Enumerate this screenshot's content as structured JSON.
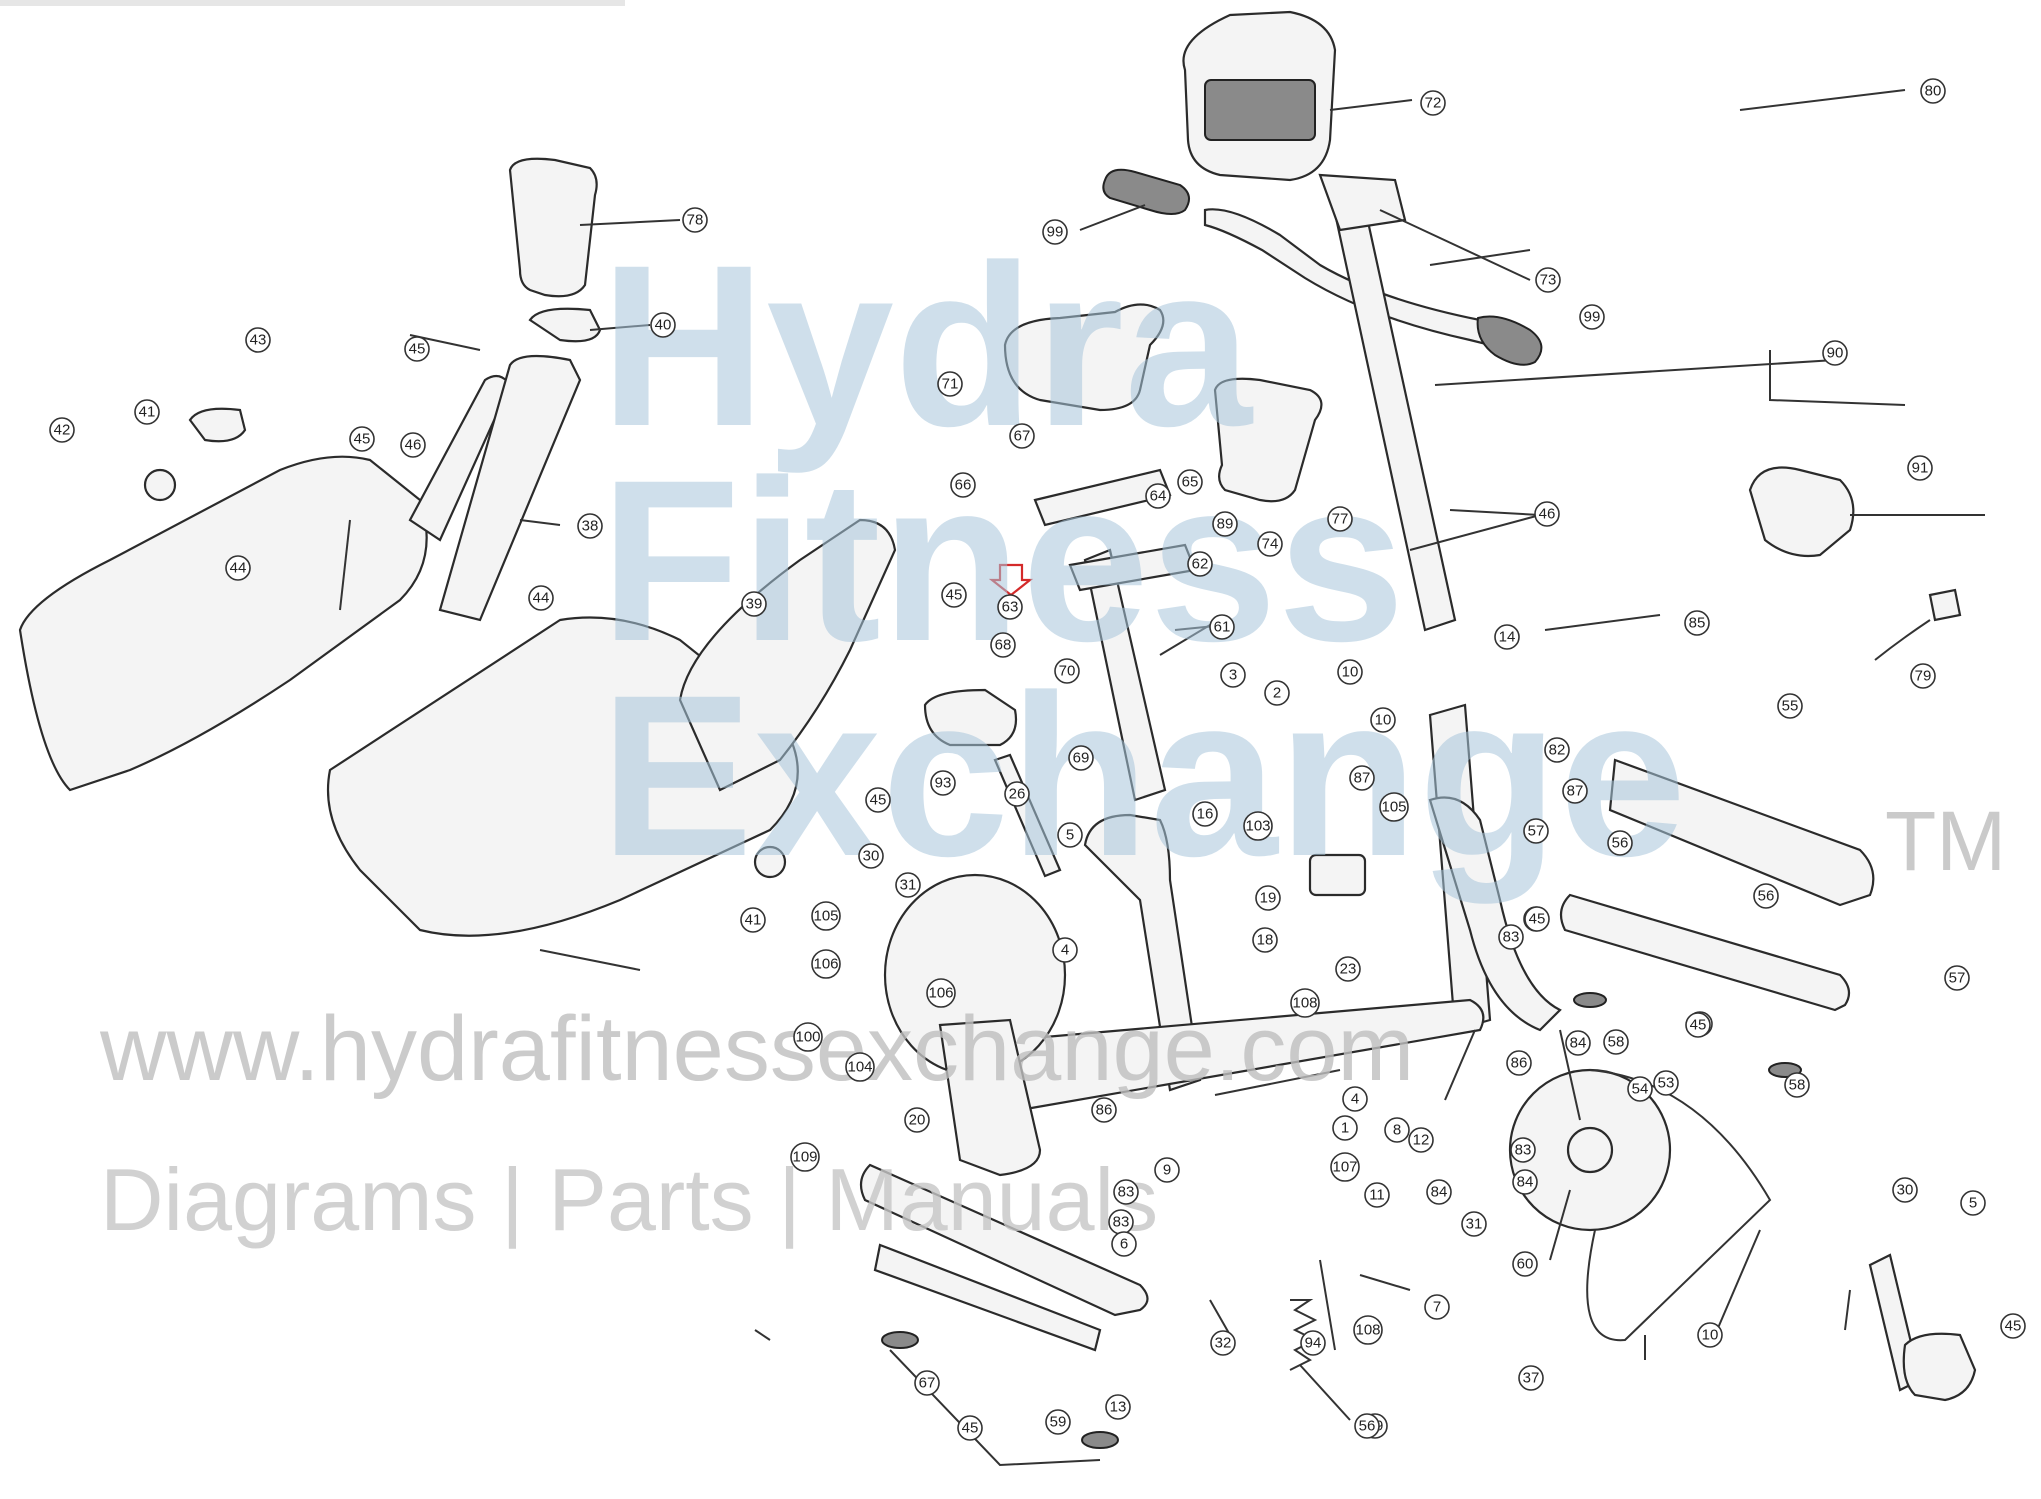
{
  "watermark": {
    "line1": "Hydra",
    "line2": "Fitness",
    "line3": "Exchange",
    "trademark": "TM",
    "url": "www.hydrafitnessexchange.com",
    "tagline": "Diagrams | Parts | Manuals"
  },
  "callouts": [
    {
      "label": "72"
    },
    {
      "label": "80"
    },
    {
      "label": "78"
    },
    {
      "label": "99"
    },
    {
      "label": "73"
    },
    {
      "label": "99"
    },
    {
      "label": "40"
    },
    {
      "label": "43"
    },
    {
      "label": "45"
    },
    {
      "label": "71"
    },
    {
      "label": "90"
    },
    {
      "label": "42"
    },
    {
      "label": "41"
    },
    {
      "label": "45"
    },
    {
      "label": "46"
    },
    {
      "label": "67"
    },
    {
      "label": "64"
    },
    {
      "label": "65"
    },
    {
      "label": "89"
    },
    {
      "label": "74"
    },
    {
      "label": "77"
    },
    {
      "label": "91"
    },
    {
      "label": "46"
    },
    {
      "label": "66"
    },
    {
      "label": "38"
    },
    {
      "label": "44"
    },
    {
      "label": "44"
    },
    {
      "label": "45"
    },
    {
      "label": "63"
    },
    {
      "label": "62"
    },
    {
      "label": "61"
    },
    {
      "label": "68"
    },
    {
      "label": "70"
    },
    {
      "label": "69"
    },
    {
      "label": "39"
    },
    {
      "label": "3"
    },
    {
      "label": "10"
    },
    {
      "label": "14"
    },
    {
      "label": "85"
    },
    {
      "label": "79"
    },
    {
      "label": "10"
    },
    {
      "label": "87"
    },
    {
      "label": "82"
    },
    {
      "label": "87"
    },
    {
      "label": "2"
    },
    {
      "label": "55"
    },
    {
      "label": "93"
    },
    {
      "label": "26"
    },
    {
      "label": "45"
    },
    {
      "label": "30"
    },
    {
      "label": "31"
    },
    {
      "label": "5"
    },
    {
      "label": "16"
    },
    {
      "label": "103"
    },
    {
      "label": "105"
    },
    {
      "label": "57"
    },
    {
      "label": "56"
    },
    {
      "label": "41"
    },
    {
      "label": "105"
    },
    {
      "label": "106"
    },
    {
      "label": "19"
    },
    {
      "label": "18"
    },
    {
      "label": "4"
    },
    {
      "label": "108"
    },
    {
      "label": "45"
    },
    {
      "label": "83"
    },
    {
      "label": "56"
    },
    {
      "label": "57"
    },
    {
      "label": "45"
    },
    {
      "label": "100"
    },
    {
      "label": "106"
    },
    {
      "label": "104"
    },
    {
      "label": "23"
    },
    {
      "label": "86"
    },
    {
      "label": "84"
    },
    {
      "label": "58"
    },
    {
      "label": "54"
    },
    {
      "label": "45"
    },
    {
      "label": "45"
    },
    {
      "label": "58"
    },
    {
      "label": "53"
    },
    {
      "label": "4"
    },
    {
      "label": "1"
    },
    {
      "label": "8"
    },
    {
      "label": "12"
    },
    {
      "label": "83"
    },
    {
      "label": "84"
    },
    {
      "label": "20"
    },
    {
      "label": "86"
    },
    {
      "label": "109"
    },
    {
      "label": "9"
    },
    {
      "label": "107"
    },
    {
      "label": "11"
    },
    {
      "label": "84"
    },
    {
      "label": "83"
    },
    {
      "label": "83"
    },
    {
      "label": "6"
    },
    {
      "label": "31"
    },
    {
      "label": "30"
    },
    {
      "label": "5"
    },
    {
      "label": "60"
    },
    {
      "label": "32"
    },
    {
      "label": "108"
    },
    {
      "label": "7"
    },
    {
      "label": "10"
    },
    {
      "label": "94"
    },
    {
      "label": "45"
    },
    {
      "label": "67"
    },
    {
      "label": "45"
    },
    {
      "label": "59"
    },
    {
      "label": "13"
    },
    {
      "label": "37"
    },
    {
      "label": "29"
    },
    {
      "label": "56"
    }
  ]
}
